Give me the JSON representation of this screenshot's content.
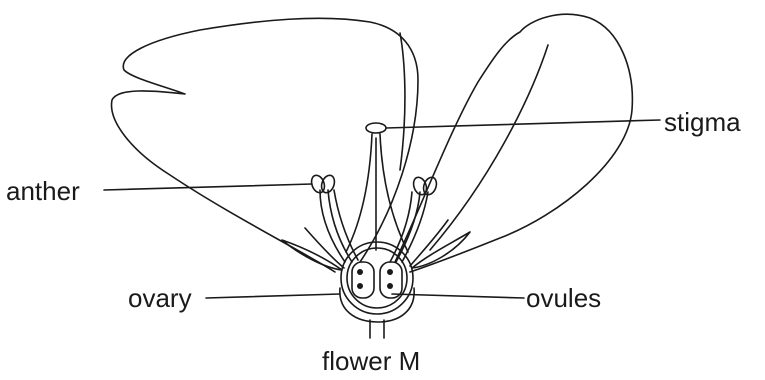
{
  "labels": {
    "stigma": "stigma",
    "anther": "anther",
    "ovary": "ovary",
    "ovules": "ovules"
  },
  "caption": "flower M",
  "colors": {
    "ink": "#1a1a1a",
    "background": "#ffffff"
  }
}
